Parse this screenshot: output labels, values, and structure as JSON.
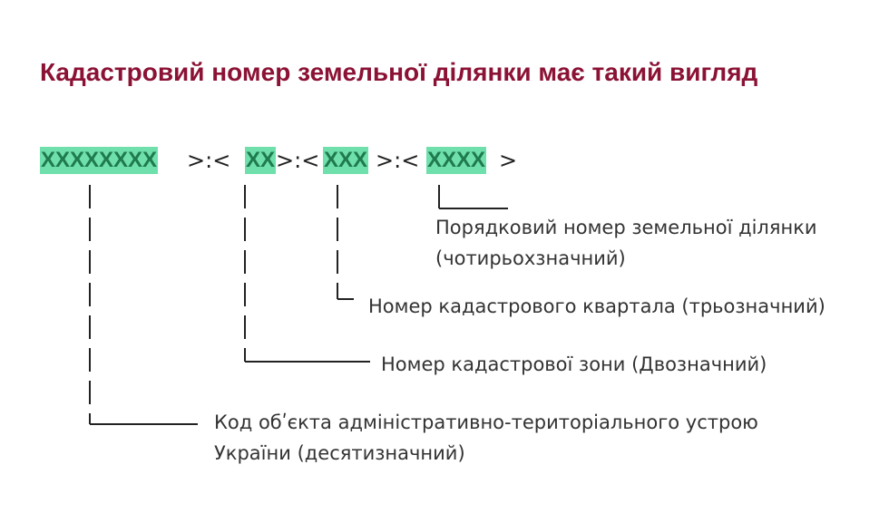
{
  "title": "Кадастровий номер земельної ділянки має такий вигляд",
  "code": {
    "seg1": "XXXXXXXX",
    "sep1": ">:<",
    "seg2": "XX",
    "sep2": ">:<",
    "seg3": "XXX",
    "sep3": ">:<",
    "seg4": "XXXX",
    "sep4": ">"
  },
  "labels": {
    "plot_number_line1": "Порядковий номер земельної ділянки",
    "plot_number_line2": "(чотирьохзначний)",
    "quarter_number": "Номер кадастрового квартала (трьозначний)",
    "zone_number": "Номер кадастрової зони (Двозначний)",
    "admin_code_line1": "Код обʹєкта адміністративно-територіального устрою",
    "admin_code_line2": "України (десятизначний)"
  },
  "colors": {
    "title": "#8b1235",
    "highlight": "#6fe0ab",
    "highlight_text": "#1f7a4d"
  }
}
